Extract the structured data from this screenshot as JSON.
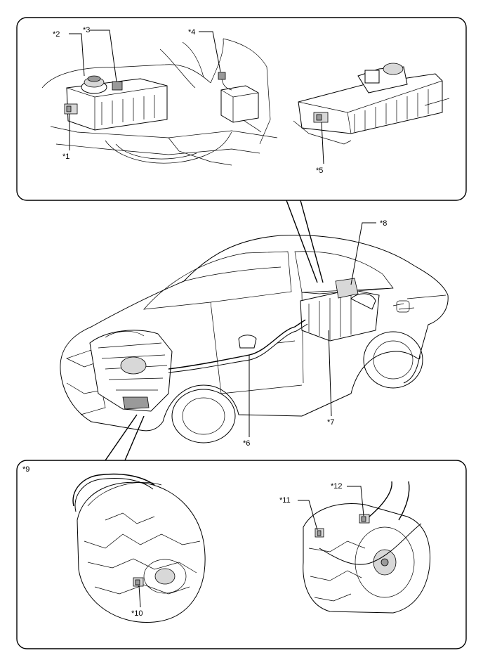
{
  "callouts": {
    "c1": "*1",
    "c2": "*2",
    "c3": "*3",
    "c4": "*4",
    "c5": "*5",
    "c6": "*6",
    "c7": "*7",
    "c8": "*8",
    "c9": "*9",
    "c10": "*10",
    "c11": "*11",
    "c12": "*12"
  },
  "colors": {
    "line": "#000000",
    "background": "#ffffff",
    "shade": "#d8d8d8"
  },
  "icons": [
    "car-outline",
    "hv-battery-assembly",
    "engine-assembly",
    "transaxle-assembly",
    "connector-marker"
  ]
}
